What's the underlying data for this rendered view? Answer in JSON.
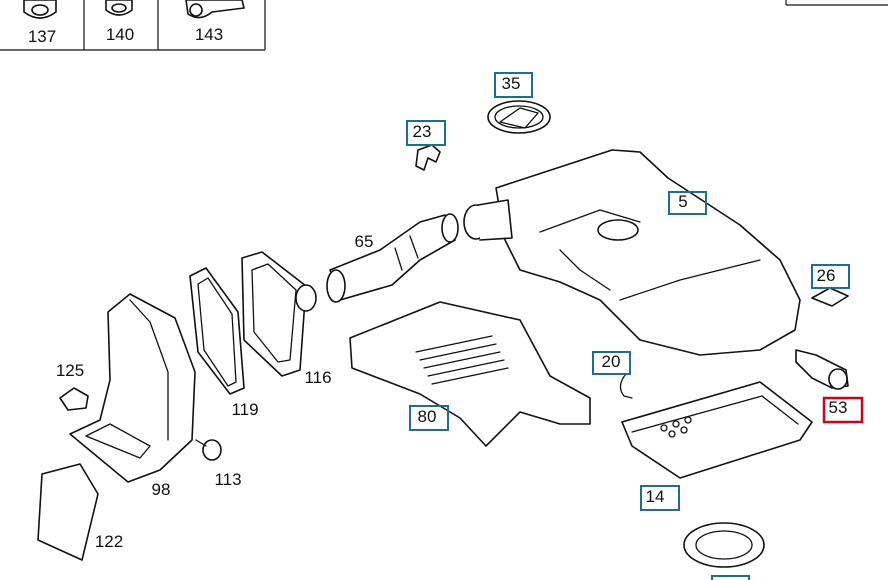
{
  "legend_cells": [
    {
      "label": "137"
    },
    {
      "label": "140"
    },
    {
      "label": "143"
    }
  ],
  "callouts": [
    {
      "id": "35",
      "boxed": true,
      "highlight": false
    },
    {
      "id": "23",
      "boxed": true,
      "highlight": false
    },
    {
      "id": "5",
      "boxed": true,
      "highlight": false
    },
    {
      "id": "65",
      "boxed": false,
      "highlight": false
    },
    {
      "id": "26",
      "boxed": true,
      "highlight": false
    },
    {
      "id": "116",
      "boxed": false,
      "highlight": false
    },
    {
      "id": "119",
      "boxed": false,
      "highlight": false
    },
    {
      "id": "125",
      "boxed": false,
      "highlight": false
    },
    {
      "id": "20",
      "boxed": true,
      "highlight": false
    },
    {
      "id": "80",
      "boxed": true,
      "highlight": false
    },
    {
      "id": "53",
      "boxed": true,
      "highlight": true
    },
    {
      "id": "113",
      "boxed": false,
      "highlight": false
    },
    {
      "id": "98",
      "boxed": false,
      "highlight": false
    },
    {
      "id": "14",
      "boxed": true,
      "highlight": false
    },
    {
      "id": "122",
      "boxed": false,
      "highlight": false
    }
  ],
  "colors": {
    "callout_box": "#1f6e8c",
    "callout_highlight": "#d0021b",
    "line": "#111111"
  }
}
